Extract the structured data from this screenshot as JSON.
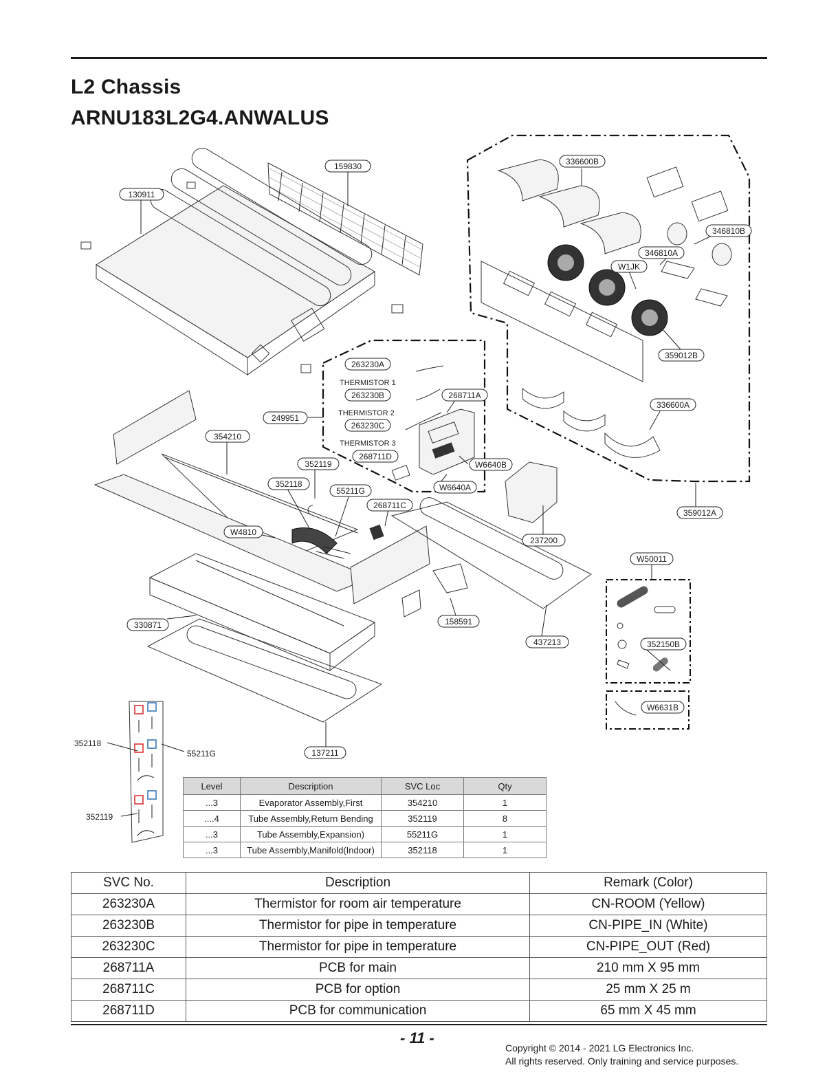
{
  "header": {
    "title": "L2 Chassis",
    "model": "ARNU183L2G4.ANWALUS"
  },
  "callouts": {
    "c159830": "159830",
    "c130911": "130911",
    "c336600B": "336600B",
    "c346810B": "346810B",
    "c346810A": "346810A",
    "cW1JK": "W1JK",
    "c359012B": "359012B",
    "c263230A": "263230A",
    "t1": "THERMISTOR 1",
    "c263230B": "263230B",
    "c268711A": "268711A",
    "t2": "THERMISTOR 2",
    "c263230C": "263230C",
    "t3": "THERMISTOR 3",
    "c268711D": "268711D",
    "c249951": "249951",
    "c354210": "354210",
    "c352119": "352119",
    "c352118": "352118",
    "c55211G": "55211G",
    "cW6640B": "W6640B",
    "cW6640A": "W6640A",
    "c268711C": "268711C",
    "c336600A": "336600A",
    "c359012A": "359012A",
    "cW4810": "W4810",
    "c237200": "237200",
    "cW50011": "W50011",
    "c330871": "330871",
    "c158591": "158591",
    "c437213": "437213",
    "c352150B": "352150B",
    "cW6631B": "W6631B",
    "c137211": "137211",
    "d352118": "352118",
    "d55211G": "55211G",
    "d352119": "352119"
  },
  "parts_table": {
    "headers": [
      "Level",
      "Description",
      "SVC Loc",
      "Qty"
    ],
    "rows": [
      [
        "...3",
        "Evaporator Assembly,First",
        "354210",
        "1"
      ],
      [
        "....4",
        "Tube Assembly,Return Bending",
        "352119",
        "8"
      ],
      [
        "...3",
        "Tube Assembly,Expansion)",
        "55211G",
        "1"
      ],
      [
        "...3",
        "Tube Assembly,Manifold(Indoor)",
        "352118",
        "1"
      ]
    ]
  },
  "svc_table": {
    "headers": [
      "SVC No.",
      "Description",
      "Remark (Color)"
    ],
    "rows": [
      [
        "263230A",
        "Thermistor for room air temperature",
        "CN-ROOM (Yellow)"
      ],
      [
        "263230B",
        "Thermistor for pipe in temperature",
        "CN-PIPE_IN (White)"
      ],
      [
        "263230C",
        "Thermistor for pipe in temperature",
        "CN-PIPE_OUT (Red)"
      ],
      [
        "268711A",
        "PCB for main",
        "210 mm X 95 mm"
      ],
      [
        "268711C",
        "PCB for option",
        "25 mm X 25 m"
      ],
      [
        "268711D",
        "PCB for communication",
        "65 mm X 45 mm"
      ]
    ]
  },
  "footer": {
    "page": "- 11 -",
    "copyright_line1": "Copyright © 2014 - 2021 LG Electronics Inc.",
    "copyright_line2": "All rights reserved. Only training and service purposes."
  }
}
